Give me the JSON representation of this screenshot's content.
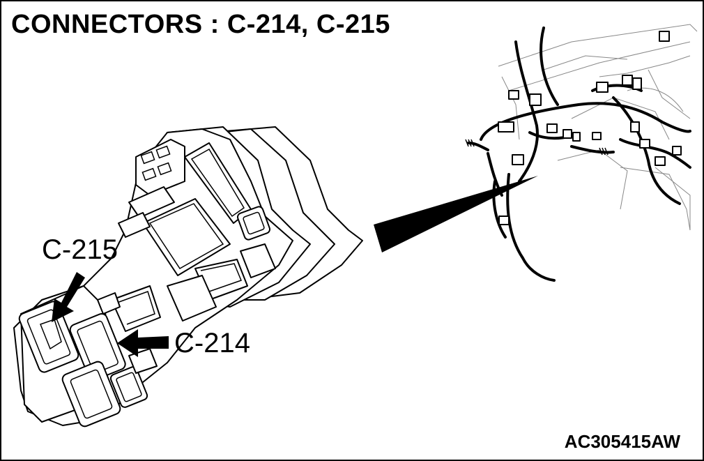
{
  "diagram": {
    "title": "CONNECTORS : C-214, C-215",
    "labels": {
      "c215": "C-215",
      "c214": "C-214"
    },
    "figure_code": "AC305415AW"
  }
}
